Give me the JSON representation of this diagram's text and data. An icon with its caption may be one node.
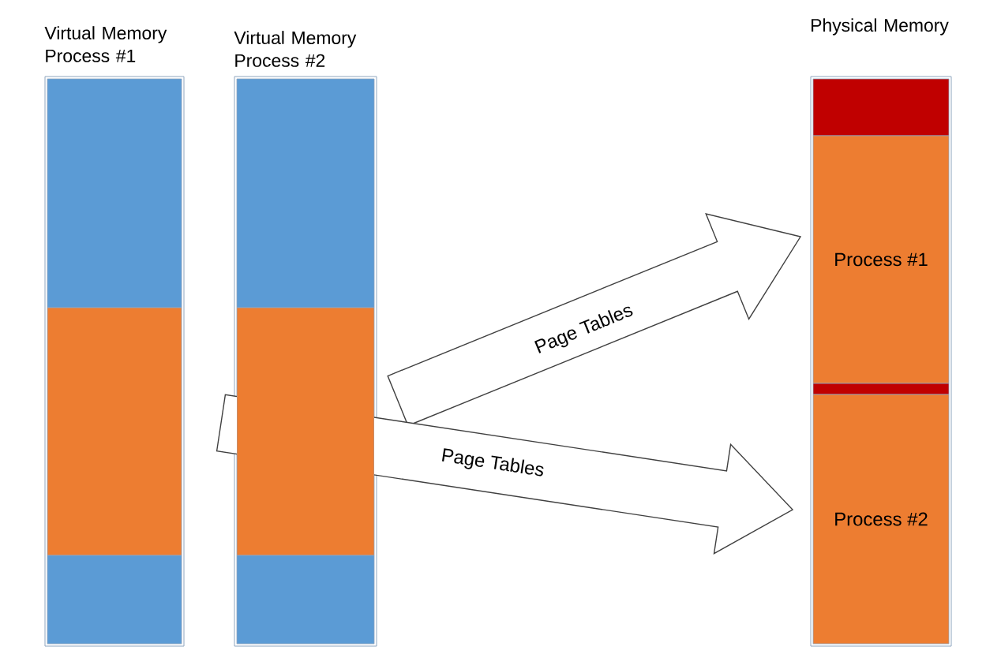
{
  "diagram": {
    "nodes": [
      {
        "text": [
          "Virtual Memory Process #1"
        ]
      },
      {
        "text": [],
        "shape": "box",
        "in": 0
      },
      {
        "text": [],
        "shape": "box",
        "in": 0
      },
      {
        "text": [],
        "shape": "box",
        "in": 0
      },
      {
        "text": [
          "Virtual Memory Process #2"
        ]
      },
      {
        "text": [],
        "shape": "box",
        "in": 4
      },
      {
        "text": [],
        "shape": "box",
        "in": 4
      },
      {
        "text": [],
        "shape": "box",
        "in": 4
      },
      {
        "text": [
          "Physical Memory"
        ]
      },
      {
        "text": [],
        "shape": "box",
        "in": 8
      },
      {
        "text": [
          "Process #1"
        ],
        "in": 8
      },
      {
        "text": [],
        "shape": "box",
        "in": 8
      },
      {
        "text": [
          "Process #2"
        ],
        "in": 8
      }
    ],
    "edges": [
      {
        "from": 6,
        "to": 10,
        "arrow": "to",
        "label": "Page Tables"
      },
      {
        "from": 2,
        "to": 12,
        "arrow": "to",
        "label": "Page Tables"
      }
    ]
  }
}
